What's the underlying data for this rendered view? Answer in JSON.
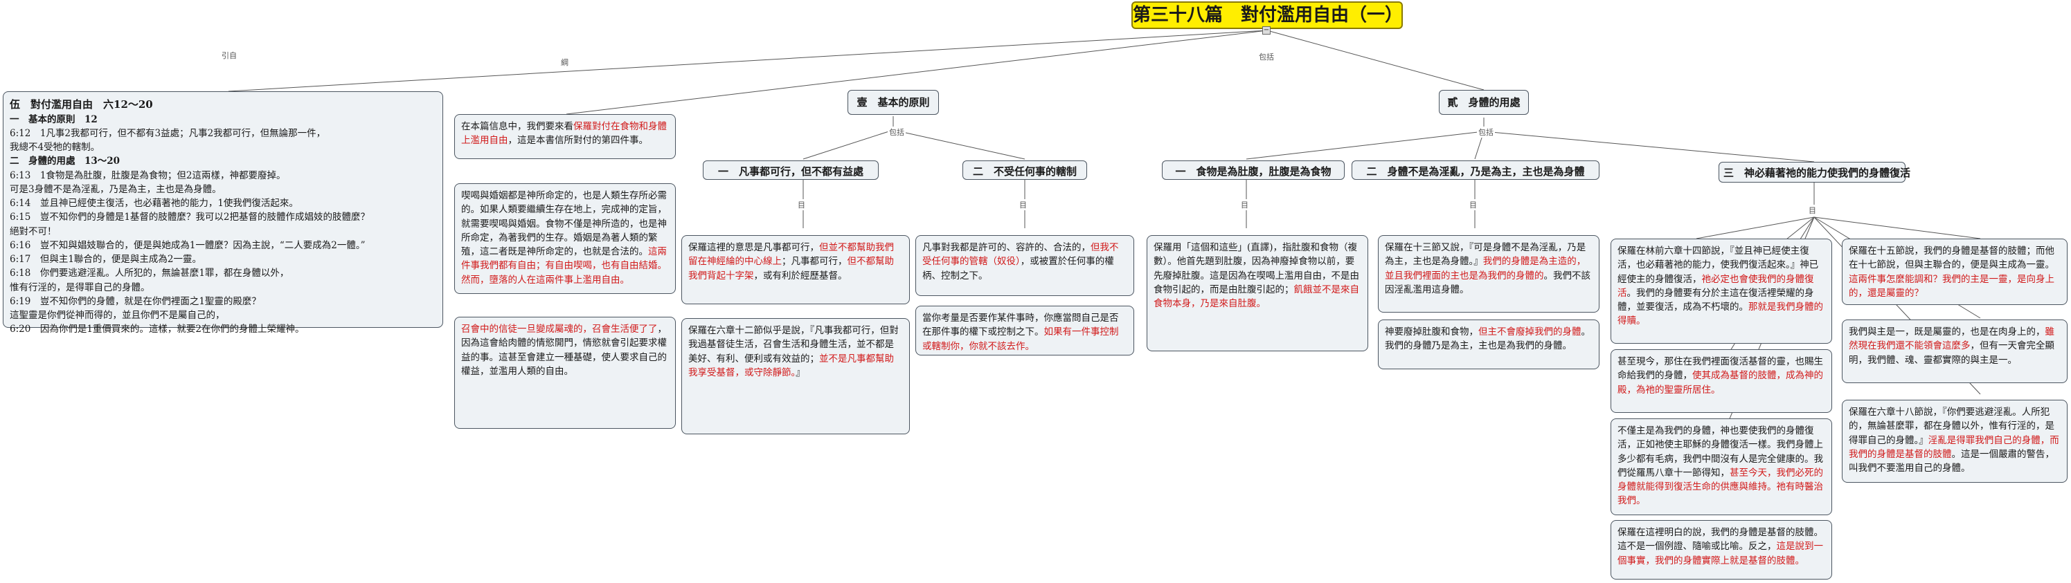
{
  "root": {
    "title": "第三十八篇　對付濫用自由（一）"
  },
  "edge_labels": {
    "yinzi": "引自",
    "gang": "綱",
    "baokuo": "包括",
    "mu": "目"
  },
  "scripture": {
    "heading": "伍　對付濫用自由　六12～20",
    "lines": [
      "一　基本的原則　12",
      "6:12　1凡事2我都可行，但不都有3益處；凡事2我都可行，但無論那一件，",
      "我總不4受牠的轄制。",
      "二　身體的用處　13～20",
      "6:13　1食物是為肚腹，肚腹是為食物；但2這兩樣，神都要廢掉。",
      "可是3身體不是為淫亂，乃是為主，主也是為身體。",
      "6:14　並且神已經使主復活，也必藉著祂的能力，1使我們復活起來。",
      "6:15　豈不知你們的身體是1基督的肢體麼？我可以2把基督的肢體作成娼妓的肢體麼？",
      "絕對不可！",
      "6:16　豈不知與娼妓聯合的，便是與她成為1一體麼？因為主說，“二人要成為2一體。”",
      "6:17　但與主1聯合的，便是與主成為2一靈。",
      "6:18　你們要逃避淫亂。人所犯的，無論甚麼1罪，都在身體以外，",
      "惟有行淫的，是得罪自己的身體。",
      "6:19　豈不知你們的身體，就是在你們裡面之1聖靈的殿麼？",
      "這聖靈是你們從神而得的，並且你們不是屬自己的，",
      "6:20　因為你們是1重價買來的。這樣，就要2在你們的身體上榮耀神。"
    ]
  },
  "gang_nodes": [
    {
      "parts": [
        {
          "t": "在本篇信息中，我們要來看"
        },
        {
          "t": "保羅對付在食物和身體上濫用自由",
          "red": true
        },
        {
          "t": "，這是本書信所對付的第四件事。"
        }
      ]
    },
    {
      "parts": [
        {
          "t": "喫喝與婚姻都是神所命定的，也是人類生存所必需的。如果人類要繼續生存在地上，完成神的定旨，就需要喫喝與婚姻。食物不僅是神所造的，也是神所命定，為著我們的生存。婚姻是為著人類的繁殖，這二者既是神所命定的，也就是合法的。"
        },
        {
          "t": "這兩件事我們都有自由；有自由喫喝，也有自由結婚。然而，墮落的人在這兩件事上濫用自由。",
          "red": true
        }
      ]
    },
    {
      "parts": [
        {
          "t": "召會中的信徒一旦變成屬魂的，召會生活便了了",
          "red": true
        },
        {
          "t": "，因為這會給肉體的情慾開門，情慾就會引起要求權益的事。這甚至會建立一種基礎，使人要求自己的權益，並濫用人類的自由。"
        }
      ]
    }
  ],
  "section1": {
    "title": "壹　基本的原則",
    "children": [
      {
        "title": "一　凡事都可行，但不都有益處",
        "nodes": [
          {
            "parts": [
              {
                "t": "保羅這裡的意思是凡事都可行，"
              },
              {
                "t": "但並不都幫助我們留在神經綸的中心線上",
                "red": true
              },
              {
                "t": "；凡事都可行，"
              },
              {
                "t": "但不都幫助我們背起十字架",
                "red": true
              },
              {
                "t": "，或有利於經歷基督。"
              }
            ]
          },
          {
            "parts": [
              {
                "t": "保羅在六章十二節似乎是說，『凡事我都可行，但對我過基督徒生活，召會生活和身體生活，並不都是美好、有利、便利或有效益的；"
              },
              {
                "t": "並不是凡事都幫助我享受基督，或守除靜節。",
                "red": true
              },
              {
                "t": "』"
              }
            ]
          }
        ]
      },
      {
        "title": "二　不受任何事的轄制",
        "nodes": [
          {
            "parts": [
              {
                "t": "凡事對我都是許可的、容許的、合法的，"
              },
              {
                "t": "但我不受任何事的管轄（奴役）",
                "red": true
              },
              {
                "t": "，或被置於任何事的權柄、控制之下。"
              }
            ]
          },
          {
            "parts": [
              {
                "t": "當你考量是否要作某件事時，你應當問自己是否在那件事的權下或控制之下。"
              },
              {
                "t": "如果有一件事控制或轄制你，你就不該去作。",
                "red": true
              }
            ]
          }
        ]
      }
    ]
  },
  "section2": {
    "title": "貳　身體的用處",
    "children": [
      {
        "title": "一　食物是為肚腹，肚腹是為食物",
        "nodes": [
          {
            "parts": [
              {
                "t": "保羅用「這個和這些」(直譯)，指肚腹和食物（複數）。他首先題到肚腹，因為神廢掉食物以前，要先廢掉肚腹。這是因為在喫喝上濫用自由，不是由食物引起的，而是由肚腹引起的；"
              },
              {
                "t": "飢餓並不是來自食物本身，乃是來自肚腹。",
                "red": true
              }
            ]
          }
        ]
      },
      {
        "title": "二　身體不是為淫亂，乃是為主，主也是為身體",
        "nodes": [
          {
            "parts": [
              {
                "t": "保羅在十三節又說，『可是身體不是為淫亂，乃是為主，主也是為身體。』"
              },
              {
                "t": "我們的身體是為主造的，並且我們裡面的主也是為我們的身體的",
                "red": true
              },
              {
                "t": "。我們不該因淫亂濫用這身體。"
              }
            ]
          },
          {
            "parts": [
              {
                "t": "神要廢掉肚腹和食物，"
              },
              {
                "t": "但主不會廢掉我們的身體",
                "red": true
              },
              {
                "t": "。我們的身體乃是為主，主也是為我們的身體。"
              }
            ]
          }
        ]
      },
      {
        "title": "三　神必藉著祂的能力使我們的身體復活",
        "col1": [
          {
            "parts": [
              {
                "t": "保羅在林前六章十四節說，『並且神已經使主復活，也必藉著祂的能力，使我們復活起來。』神已經使主的身體復活，"
              },
              {
                "t": "祂必定也會使我們的身體復活",
                "red": true
              },
              {
                "t": "。我們的身體要有分於主這在復活裡榮耀的身體，並要復活，成為不朽壞的。"
              },
              {
                "t": "那就是我們身體的得贖。",
                "red": true
              }
            ]
          },
          {
            "parts": [
              {
                "t": "甚至現今，那住在我們裡面復活基督的靈，也賜生命給我們的身體，"
              },
              {
                "t": "使其成為基督的肢體，成為神的殿，為祂的聖靈所居住。",
                "red": true
              }
            ]
          },
          {
            "parts": [
              {
                "t": "不僅主是為我們的身體，神也要使我們的身體復活，正如祂使主耶穌的身體復活一樣。我們身體上多少都有毛病，我們中間沒有人是完全健康的。我們從羅馬八章十一節得知，"
              },
              {
                "t": "甚至今天，我們必死的身體就能得到復活生命的供應與維持。祂有時醫治我們。",
                "red": true
              }
            ]
          },
          {
            "parts": [
              {
                "t": "保羅在這裡明白的說，我們的身體是基督的肢體。這不是一個例證、隨喻或比喻。反之，"
              },
              {
                "t": "這是說到一個事實，我們的身體實際上就是基督的肢體。",
                "red": true
              }
            ]
          }
        ],
        "col2": [
          {
            "parts": [
              {
                "t": "保羅在十五節說，我們的身體是基督的肢體；而他在十七節說，但與主聯合的，便是與主成為一靈。"
              },
              {
                "t": "這兩件事怎麼能調和？我們的主是一靈，是向身上的，還是屬靈的？",
                "red": true
              }
            ]
          },
          {
            "parts": [
              {
                "t": "我們與主是一，既是屬靈的，也是在肉身上的，"
              },
              {
                "t": "雖然現在我們還不能領會這麼多",
                "red": true
              },
              {
                "t": "，但有一天會完全顯明，我們體、魂、靈都實際的與主是一。"
              }
            ]
          },
          {
            "parts": [
              {
                "t": "保羅在六章十八節說，『你們要逃避淫亂。人所犯的，無論甚麼罪，都在身體以外，惟有行淫的，是得罪自己的身體。』"
              },
              {
                "t": "淫亂是得罪我們自己的身體，而我們的身體是基督的肢體",
                "red": true
              },
              {
                "t": "。這是一個嚴肅的警告，叫我們不要濫用自己的身體。"
              }
            ]
          }
        ]
      }
    ]
  }
}
